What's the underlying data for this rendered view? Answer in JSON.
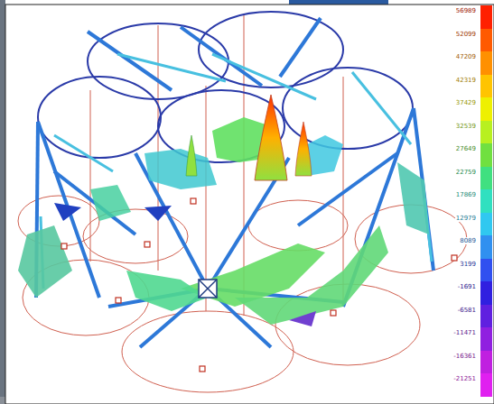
{
  "diagram": {
    "legend": [
      {
        "text": "56989",
        "color": "#ff2000"
      },
      {
        "text": "52099",
        "color": "#ff5a00"
      },
      {
        "text": "47209",
        "color": "#ff9000"
      },
      {
        "text": "42319",
        "color": "#ffc400"
      },
      {
        "text": "37429",
        "color": "#eef000"
      },
      {
        "text": "32539",
        "color": "#b8f020"
      },
      {
        "text": "27649",
        "color": "#70e040"
      },
      {
        "text": "22759",
        "color": "#40e080"
      },
      {
        "text": "17869",
        "color": "#30e0c0"
      },
      {
        "text": "12979",
        "color": "#30c8f0"
      },
      {
        "text": "8089",
        "color": "#3090f0"
      },
      {
        "text": "3199",
        "color": "#3050f0"
      },
      {
        "text": "-1691",
        "color": "#3020e0"
      },
      {
        "text": "-6581",
        "color": "#6020e0"
      },
      {
        "text": "-11471",
        "color": "#9020e0"
      },
      {
        "text": "-16361",
        "color": "#c020e0"
      },
      {
        "text": "-21251",
        "color": "#e020f0"
      }
    ]
  }
}
